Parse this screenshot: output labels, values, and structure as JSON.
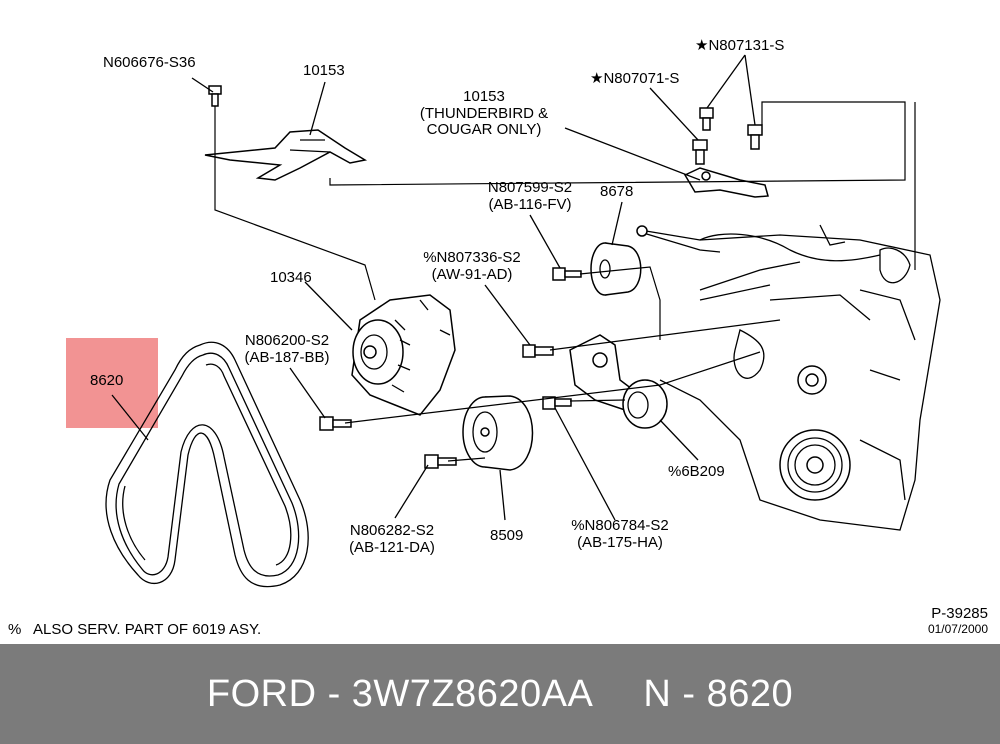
{
  "callouts": {
    "n606676": "N606676-S36",
    "p10153a": "10153",
    "p10153b_l1": "10153",
    "p10153b_l2": "(THUNDERBIRD &",
    "p10153b_l3": "COUGAR ONLY)",
    "n807071": "★N807071-S",
    "n807131": "★N807131-S",
    "n807599_l1": "N807599-S2",
    "n807599_l2": "(AB-116-FV)",
    "p8678": "8678",
    "n807336_l1": "%N807336-S2",
    "n807336_l2": "(AW-91-AD)",
    "p10346": "10346",
    "n806200_l1": "N806200-S2",
    "n806200_l2": "(AB-187-BB)",
    "p8620": "8620",
    "p6b209": "%6B209",
    "n806282_l1": "N806282-S2",
    "n806282_l2": "(AB-121-DA)",
    "p8509": "8509",
    "n806784_l1": "%N806784-S2",
    "n806784_l2": "(AB-175-HA)"
  },
  "footnote": "%   ALSO SERV. PART OF 6019 ASY.",
  "ref_code": "P-39285",
  "ref_date": "01/07/2000",
  "highlight_color": "#f08080",
  "footer": {
    "brand_part": "FORD - 3W7Z8620AA",
    "ref_part": "N - 8620"
  }
}
